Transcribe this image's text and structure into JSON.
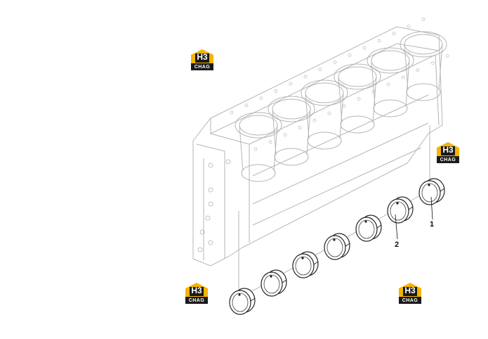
{
  "logo": {
    "top_text": "H3",
    "bottom_text": "CHAG",
    "yellow": "#f5b400",
    "dark": "#1a1a1a"
  },
  "callouts": [
    {
      "label": "1"
    },
    {
      "label": "2"
    }
  ],
  "parts": [
    {
      "name": "cylinder-block"
    },
    {
      "name": "main-bearing-shell"
    }
  ]
}
